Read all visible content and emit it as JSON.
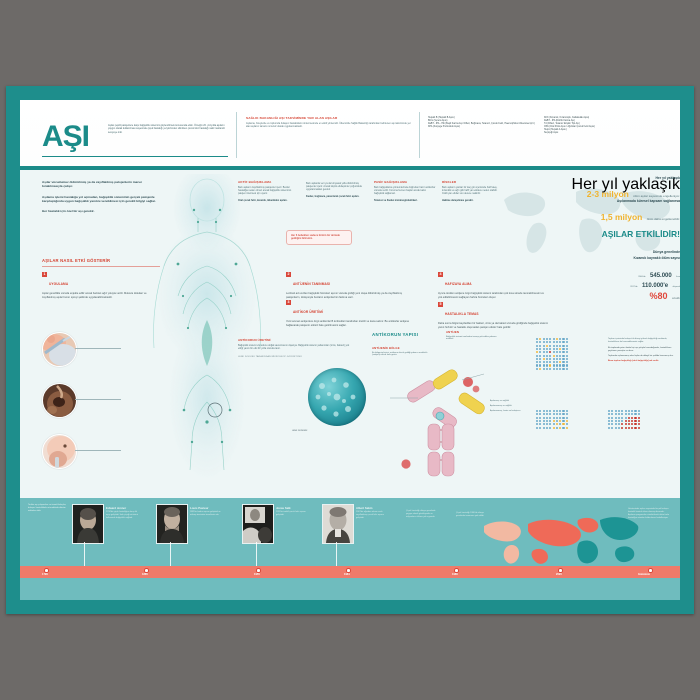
{
  "poster": {
    "title": "AŞI",
    "title_sub": "Aşılar çeşitli patojenlere karşı bağışıklık sistemini güçlendirmek konusunda etkin. Örneğin 20. yüzyılda aşıların yaygın olarak kullanılması sayesinde çiçek hastalığı yeryüzünden silinirken çocuk felci hastalığı nadir rastlanılır seviyeye indi.",
    "frame_color": "#1e8e8c",
    "sheet_color": "#eef6f6"
  },
  "header": {
    "schedule": {
      "title": "SAĞLIK BAKANLIĞI AŞI TAKVİMİNDE YER ALAN AŞILAR",
      "body": "Aşılama, bireylerde ve toplumda bulaşıcı hastalıkların önlenmesinde en etkili yöntemdir. Ülkemizde Sağlık Bakanlığı tarafından belirlenen aşı takviminde yer alan aşıların tamamı ücretsiz olarak uygulanmaktadır."
    },
    "vaccines_left": [
      "Hepatit B (Hepatit B Aşısı)",
      "BCG (Verem Aşısı)",
      "DaBT - İPA - Hib (Beşli Karma Aşı: Difteri, Boğmaca, Tetanoz, Çocuk Felci, Haemophilus influenzae tip b)",
      "KPA (Konjuge Pnömokok Aşısı)"
    ],
    "vaccines_right": [
      "KKK (Kızamık, Kızamıkçık, Kabakulak Aşısı)",
      "DaBT - İPA (Dörtlü Karma Aşı)",
      "Td (Difteri, Tetanoz Erişkin Tipi Aşı)",
      "OPA (Oral Polio Aşısı / Ağızdan Çocuk Felci Aşısı)",
      "HepA (Hepatit A Aşısı)",
      "Suçiçeği Aşısı"
    ]
  },
  "intro": {
    "p1": "Aşılar vücudumuz öldürülmüş ya da zayıflatılmış patojenlerin maruz bırakılmasıyla çalışır.",
    "p2": "Aşılama işlemi hastalığa yol açmadan, bağışıklık sisteminin gerçek patojenle karşılaştığında uygun bağışıklık yanıtını verebilmesi için gerekli bilgiyi sağlar.",
    "p3": "Her hastalık için özel bir aşı gerekir."
  },
  "how": {
    "heading": "AŞILAR NASIL ETKİ GÖSTERİR",
    "steps": [
      {
        "num": "1",
        "title": "UYGULAMA",
        "body": "Aşılar genellikle vücuda enjekte edilir ancak bazıları ağız yoluyla verilir. Mukoza dokuları ve zayıflatılmış aşılar burun spreyi şeklinde uygulanabilmektedir."
      },
      {
        "num": "2",
        "title": "ANTİJENİN TANINMASI",
        "body": "Lenfosit adı verilen bağışıklık hücreleri aşının vücuda girdiği yeni oluşa öldürülmüş ya da zayıflatılmış patojenlerin, dolayısıyla bunların antijenlerinin farkına varır."
      },
      {
        "num": "3",
        "title": "ANTİKOR ÜRETİMİ",
        "body": "Yeni tanınan antijenlere özgü antikorlar B lenfositleri tarafından üretilir ve kana salınır. Bu antikorlar antijene bağlanarak patojenin etkisiz hale getirilmesini sağlar."
      },
      {
        "num": "4",
        "title": "HAFIZAYA ALMA",
        "body": "Ayrıca üretilen antijene özgü bağışıklık sistemi tarafından çok kısa sürede tanınabilmesini ve yok edilebilmesini sağlayan hafıza hücreleri oluşur."
      },
      {
        "num": "5",
        "title": "HASTALIKLA TEMAS",
        "body": "Daha sonra bilgisi kaydedilen bir bakteri, virüs ya da bakteri vücuda girdiğinde bağışıklık sistemi yanıtı hızlıdır ve hastalık oluşmadan patojen etkisiz hale getirilir."
      }
    ]
  },
  "callout": {
    "text": "Her 6 bebekten sadece birinin bir ünitede geldiğini bilirsiniz."
  },
  "body_labels": {
    "lymph": "Lenf düğümü",
    "left": "Dalak"
  },
  "photos": [
    {
      "name": "injection-photo",
      "caption": "Enjeksiyon yoluyla uygulama"
    },
    {
      "name": "oral-drops-photo",
      "caption": "Ağızdan damla ile uygulama"
    },
    {
      "name": "nasal-spray-photo",
      "caption": "Burun spreyi ile uygulama"
    }
  ],
  "antibody_panel": {
    "title": "ANTİKORUN YAPISI",
    "region_title": "ANTİJENİK BÖLGE",
    "region_body": "Bu bölgenin biçimi, antikorun bircik geldiği yabancı molekülü (antijeni) etkisiz hale getirir.",
    "antigen_label": "ANTİJEN",
    "antigen_body": "Bağışıklık sistemi tarafından tanınıp yok edilen yabancı molekül."
  },
  "virus_panel": {
    "title": "ANTİKORUN ÜRETİMİ",
    "body": "Bağışıklık sistemi vücudunu doğal savunmanın dışarıya. Bağışıklık sistemi yabancıları (virüs, bakteri) yok ettiği yanıtı bir etki bir yolla vücuda tanır.",
    "footnote": "LENF DOKUSU TARAFINDAN MİKROSKOP GÖRÜNTÜSÜ",
    "virus_label": "LENF DÜĞÜMÜ"
  },
  "stats": {
    "line1": "Her yıl yaklaşık",
    "big1": "2-3 milyon",
    "tail1": "ölüm aşılar sayesinde engelleniyor.",
    "line2": "Aşılanmada küresel kapsam sağlanırsa",
    "big2": "1,5 milyon",
    "tail2": "ölüm daha engellenebilir.",
    "slogan": "AŞILAR ETKİLİDİR!",
    "measles_l1": "Dünya genelinde",
    "measles_l2": "Kızamık kaynaklı ölüm sayısı",
    "measles_y1": "2000'de",
    "measles_v1": "545.000",
    "measles_t1": "iken",
    "measles_y2": "2017'de",
    "measles_v2": "110.000'e",
    "measles_t2": "düşerek",
    "pct": "%80",
    "pct_tail": "azaldı"
  },
  "herd": {
    "body": "Toplum içerisinde bulaşıcılık düzeyi yüksek bağışıklığı azaltarak, hastalıkların da korunabilmesini sağlar.",
    "b1": "Bir toplumda yeteri kadar kişi aşı yoluyla korunduğunda, hastalıkların yayılması yavaşlar ve durur.",
    "b2": "Toplumda aşılanmamış olan kişiler de dolaylı bir şekilde korunmuş olur.",
    "b3": "Buna toplum bağışıklığı (sürü bağışıklığı) adı verilir.",
    "legend_blue": "Aşılanmış ve sağlıklı",
    "legend_yellow": "Aşılanmamış ve sağlıklı",
    "legend_red": "Aşılanmamış, hasta ve bulaştırıcı",
    "colors": {
      "blue": "#6aa9c9",
      "yellow": "#f0b83c",
      "red": "#c8372f"
    }
  },
  "timeline": {
    "intro": "Tarihte aşı çalışmaları ve önemli buluşlar, bulaşıcı hastalıklarla mücadelede dönüm noktaları oldu.",
    "people": [
      {
        "name": "Edward Jenner",
        "body": "1796'da çiçek hastalığına karşı ilk aşıyı geliştirdi. İnek çiçeği virüsünü kullanarak bağışıklık sağladı.",
        "year": "1796"
      },
      {
        "name": "Louis Pasteur",
        "body": "1885'te kuduz aşısını geliştirdi ve mikrop teorisinin temellerini attı.",
        "year": "1885"
      },
      {
        "name": "Jonas Salk",
        "body": "1955'te inaktif çocuk felci aşısını geliştirdi.",
        "year": "1955"
      },
      {
        "name": "Albert Sabin",
        "body": "1961'de ağızdan alınan canlı zayıflatılmış çocuk felci aşısını geliştirdi.",
        "year": "1961"
      }
    ],
    "map_note_left": "Çiçek hastalığı dünya genelinde yaygın olarak görülüyordu ve milyonlarca ölüme yol açıyordu.",
    "map_note_mid": "Çiçek hastalığı 1980'de dünya genelinde tamamen yok edildi.",
    "map_note_right": "Günümüzde aşılar sayesinde birçok bulaşıcı hastalık kontrol altına alınmış durumda. Aşılama programları sürdürülerek daha fazla hastalığın ortadan kaldırılması hedefleniyor.",
    "map_years": [
      "1980",
      "2020",
      "Günümüz"
    ],
    "map_legend_red": "Hastalığın görüldüğü bölgeler",
    "map_legend_teal": "Hastalığın görülmediği bölgeler"
  }
}
